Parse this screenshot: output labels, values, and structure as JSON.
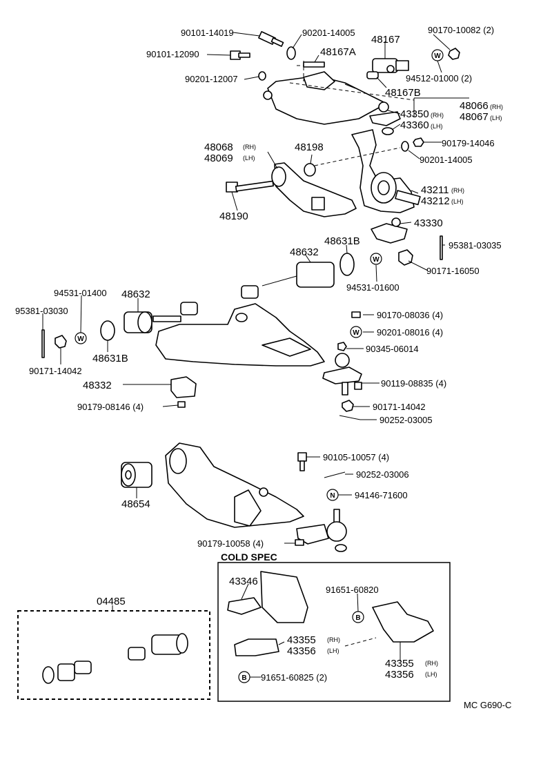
{
  "labels": {
    "rh": "(RH)",
    "lh": "(LH)",
    "p1": "90101-14019",
    "p2": "90201-14005",
    "p3": "48167",
    "p4": "90170-10082 (2)",
    "p5": "90101-12090",
    "p6": "48167A",
    "p7": "94512-01000 (2)",
    "p8": "90201-12007",
    "p9": "48167B",
    "p10": "48066",
    "p11": "48067",
    "p12": "43350",
    "p13": "43360",
    "p14": "90179-14046",
    "p15": "90201-14005",
    "p16": "48068",
    "p17": "48069",
    "p18": "48198",
    "p19": "43211",
    "p20": "43212",
    "p21": "48190",
    "p22": "43330",
    "p23": "48631B",
    "p24": "95381-03035",
    "p25": "48632",
    "p26": "90171-16050",
    "p27": "94531-01600",
    "p28": "94531-01400",
    "p29": "48632",
    "p30": "95381-03030",
    "p31": "90170-08036 (4)",
    "p32": "90201-08016 (4)",
    "p33": "90345-06014",
    "p34": "48631B",
    "p35": "90171-14042",
    "p36": "90119-08835 (4)",
    "p37": "48332",
    "p38": "90171-14042",
    "p39": "90179-08146 (4)",
    "p40": "90252-03005",
    "p41": "90105-10057 (4)",
    "p42": "90252-03006",
    "p43": "94146-71600",
    "p44": "48654",
    "p45": "90179-10058 (4)",
    "p46": "43346",
    "p47": "91651-60820",
    "p48": "43355",
    "p49": "43356",
    "p50": "91651-60825 (2)",
    "p51": "04485"
  },
  "cold_spec": {
    "heading": "COLD SPEC"
  },
  "symbols": {
    "washer": "W",
    "nut": "N",
    "bolt": "B"
  },
  "footer": {
    "code": "MC G690-C"
  }
}
